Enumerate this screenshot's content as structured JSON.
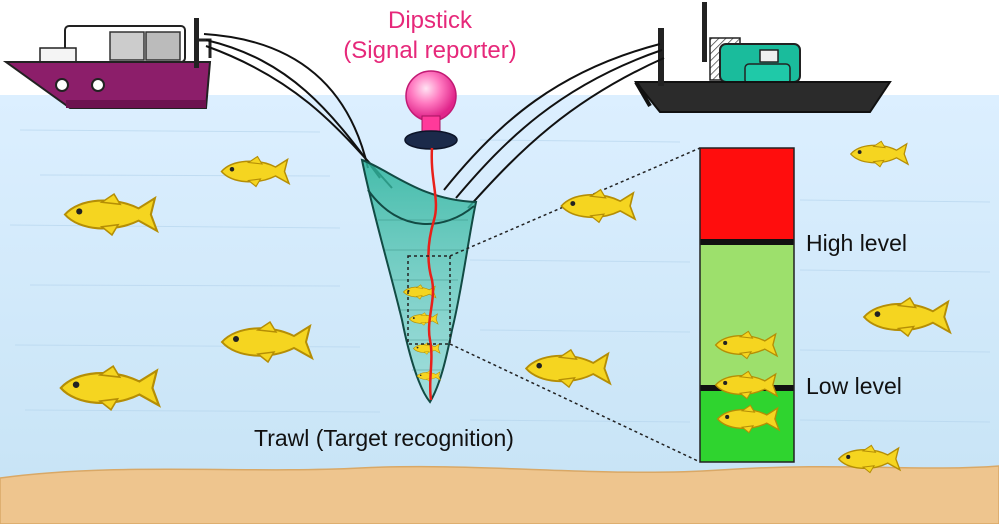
{
  "labels": {
    "dipstick_title": "Dipstick",
    "dipstick_subtitle": "(Signal reporter)",
    "high_level": "High level",
    "low_level": "Low level",
    "trawl": "Trawl (Target recognition)"
  },
  "colors": {
    "water": "#d6eaf8",
    "sand": "#eec58e",
    "gauge_high": "#ff0d0d",
    "gauge_mid": "#9de06c",
    "gauge_low": "#2fd42f",
    "fish": "#f2d21b",
    "net": "#33b5a0",
    "signal_line": "#e8201a",
    "lamp": "#ff5fb0",
    "label_accent": "#e6287a",
    "left_boat_hull": "#8c1e6a",
    "right_boat_hull": "#2b2b2b",
    "right_boat_cabin": "#1abc9c"
  },
  "icons": {
    "lamp": "light-bulb-icon",
    "left_boat": "fishing-boat-icon",
    "right_boat": "trawler-boat-icon",
    "fish": "fish-icon"
  }
}
